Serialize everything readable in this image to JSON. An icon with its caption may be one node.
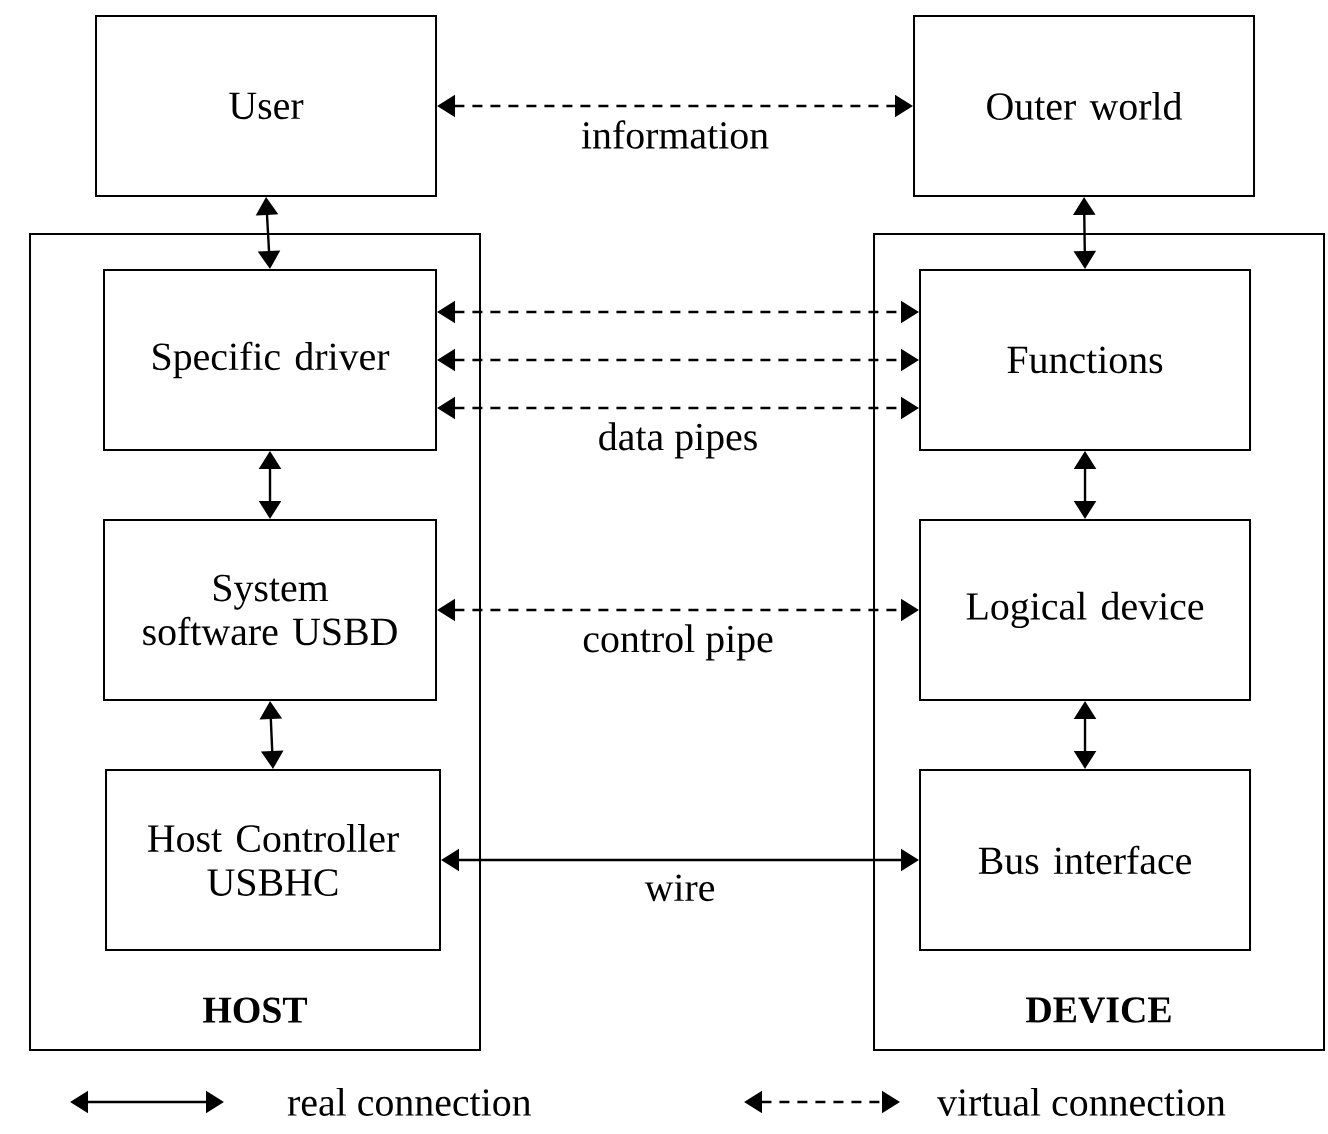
{
  "diagram": {
    "nodes": [
      {
        "text": [
          "User"
        ]
      },
      {
        "text": [
          "Outer world"
        ]
      },
      {
        "text": [
          "HOST"
        ]
      },
      {
        "text": [
          "Specific driver"
        ],
        "in": 2
      },
      {
        "text": [
          "System software USBD"
        ],
        "in": 2
      },
      {
        "text": [
          "Host Controller USBHC"
        ],
        "in": 2
      },
      {
        "text": [
          "DEVICE"
        ]
      },
      {
        "text": [
          "Functions"
        ],
        "in": 6
      },
      {
        "text": [
          "Logical device"
        ],
        "in": 6
      },
      {
        "text": [
          "Bus interface"
        ],
        "in": 6
      }
    ],
    "edges": [
      {
        "from": 0,
        "to": 1,
        "arrow": "both",
        "style": "dashed",
        "label": "information"
      },
      {
        "from": 0,
        "to": 3,
        "arrow": "both"
      },
      {
        "from": 1,
        "to": 7,
        "arrow": "both"
      },
      {
        "from": 3,
        "to": 7,
        "arrow": "both",
        "style": "dashed"
      },
      {
        "from": 3,
        "to": 7,
        "arrow": "both",
        "style": "dashed"
      },
      {
        "from": 3,
        "to": 7,
        "arrow": "both",
        "style": "dashed",
        "label": "data pipes"
      },
      {
        "from": 3,
        "to": 4,
        "arrow": "both"
      },
      {
        "from": 7,
        "to": 8,
        "arrow": "both"
      },
      {
        "from": 4,
        "to": 8,
        "arrow": "both",
        "style": "dashed",
        "label": "control pipe"
      },
      {
        "from": 4,
        "to": 5,
        "arrow": "both"
      },
      {
        "from": 8,
        "to": 9,
        "arrow": "both"
      },
      {
        "from": 5,
        "to": 9,
        "arrow": "both",
        "label": "wire"
      }
    ],
    "legend": [
      {
        "text": "real connection"
      },
      {
        "text": "virtual connection"
      }
    ]
  }
}
